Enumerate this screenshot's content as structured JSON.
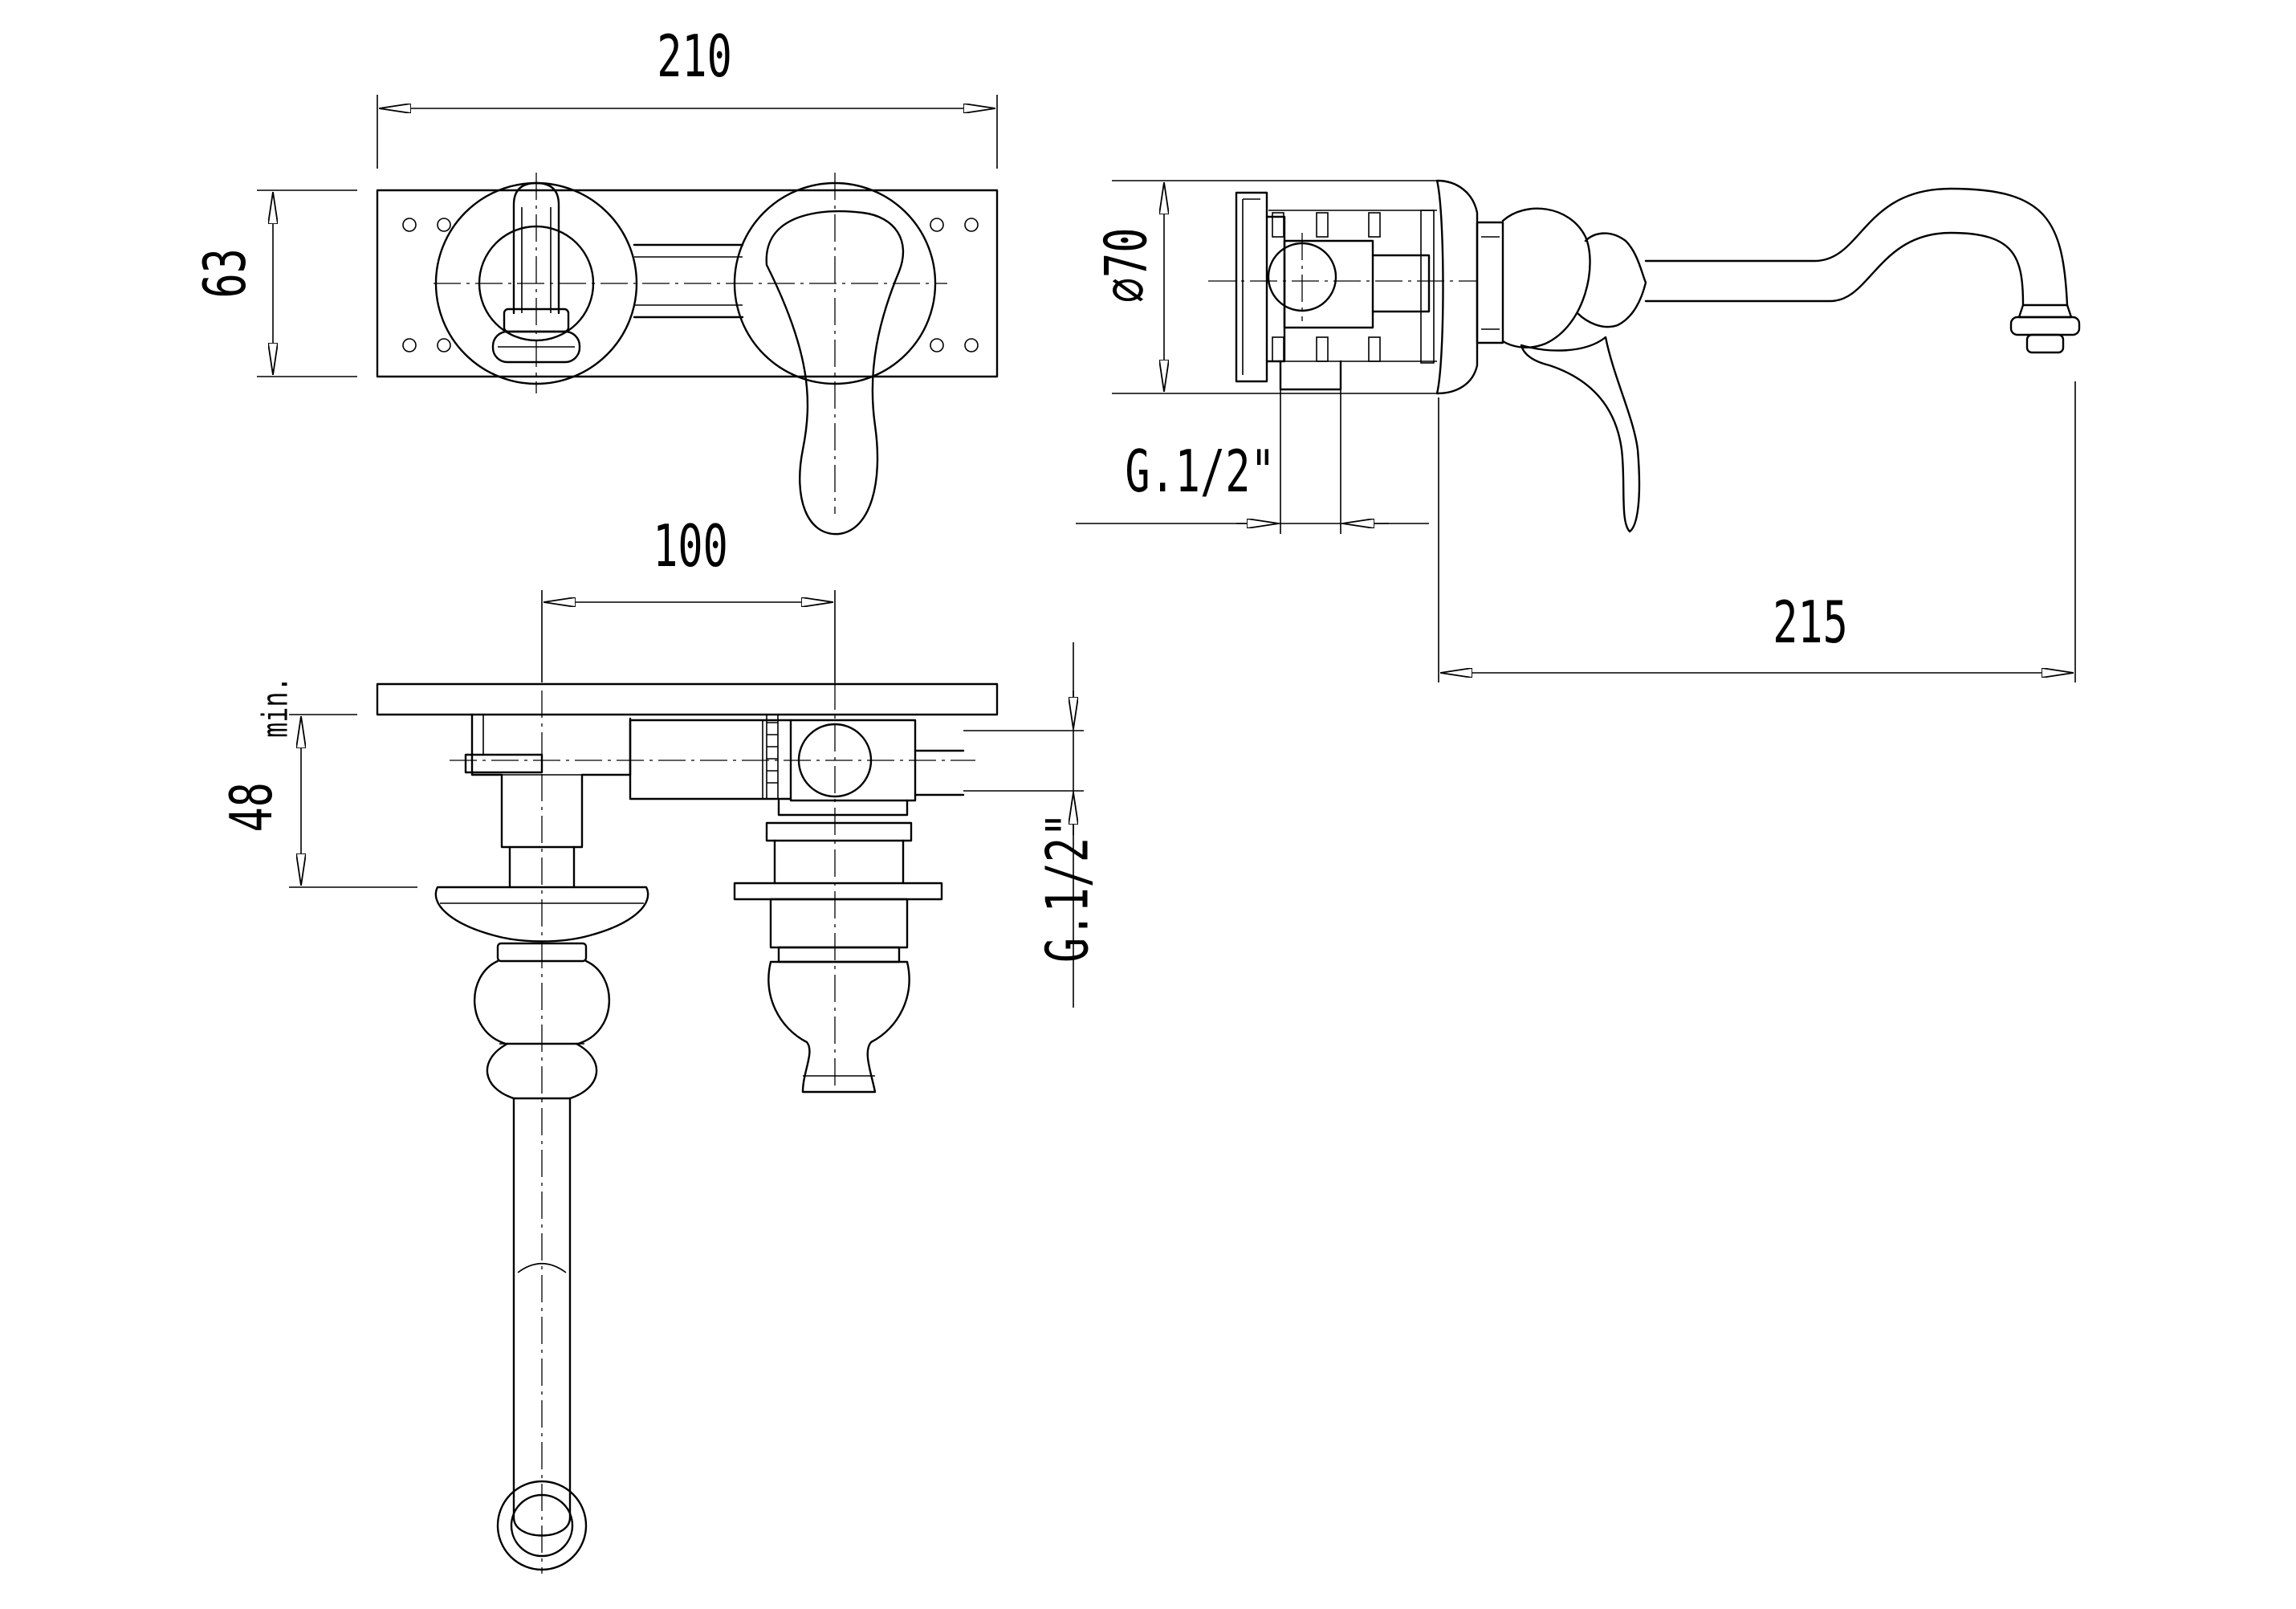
{
  "dimensions": {
    "plate_width": "210",
    "plate_height": "63",
    "spacing": "100",
    "flange_diameter": "⌀70",
    "spout_projection": "215",
    "thread_side": "G.1/2\"",
    "thread_plan": "G.1/2\"",
    "min_depth": "48",
    "min_depth_suffix": "min."
  }
}
